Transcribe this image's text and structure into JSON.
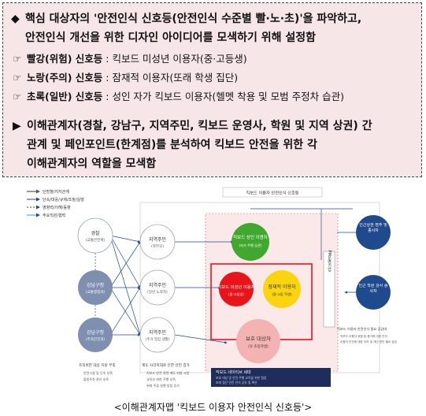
{
  "summary": {
    "bullet1_line1": "핵심 대상자의 '안전인식 신호등(안전인식 수준별 빨·노·초)'을 파악하고,",
    "bullet1_line2": "안전인식 개선을 위한 디자인 아이디어를 모색하기 위해 설정함",
    "signals": [
      {
        "label": "빨강(위험) 신호등",
        "desc": " : 킥보드 미성년 이용자(중·고등생)"
      },
      {
        "label": "노랑(주의) 신호등",
        "desc": " : 잠재적 이용자(또래 학생 집단)"
      },
      {
        "label": "초록(일반) 신호등",
        "desc": " : 성인 자가 킥보드 이용자(헬멧 착용 및 모범 주정차 습관)"
      }
    ],
    "bullet2_line1": "이해관계자(경찰, 강남구, 지역주민, 킥보드 운영사, 학원 및 지역 상권) 간",
    "bullet2_line2": "관계 및 페인포인트(한계점)를 분석하여 킥보드 안전을 위한 각",
    "bullet2_line3": "이해관계자의 역할을 모색함"
  },
  "diagram": {
    "legend": [
      "단방향/지지관계",
      "단속/대응/규제/조정/실행",
      "영향력/이해/동향",
      "주요직원/협력"
    ],
    "title_box": "킥보드 이용자 안전인식 신호등",
    "left_nodes": [
      {
        "name": "경찰",
        "sub": "(교통안전계)"
      },
      {
        "name": "강남구청",
        "sub": "(교통행정과)"
      },
      {
        "name": "강남구청",
        "sub": "(주차안전과)"
      }
    ],
    "mid_nodes": [
      {
        "name": "지역주민",
        "sub": "(학부모)"
      },
      {
        "name": "지역주민",
        "sub": "(일반 노약자)"
      },
      {
        "name": "지역주민",
        "sub": "(주거 밀집 생활)"
      }
    ],
    "green_node": {
      "name": "킥보드 성인 이용자",
      "sub": "(자가 주행 습관)"
    },
    "red_node": {
      "name": "킥보드 미성년 이용자",
      "sub": "(중·고등생)"
    },
    "yellow_node": {
      "name": "잠재적 이용자",
      "sub": "(중·고등 학생)"
    },
    "core_node": {
      "name": "보호 대상자",
      "sub": "(유·초등학생)"
    },
    "pm_label": "PM운영기업",
    "right_nodes": [
      {
        "name": "인근상권 점주 및 종사자"
      },
      {
        "name": "인근 학원 강사 종사자"
      }
    ],
    "bottom_box_title": "킥보드 네이티브 세대",
    "bottom_box_lines": [
      "보호 대상 및 안전 주행 교육을 위한 협업",
      "또래 집단 안전 인식 공유 및 확산"
    ],
    "left_notes_title": "조직위한 대응 지원 부족",
    "left_notes": [
      "안전시설 및 단속 부족",
      "불법주차 관리 부족"
    ],
    "mid_notes_title": "계도 사각지대로 인한 안전 증가",
    "mid_notes": [
      "킥보드 안전 관련 계도 지원 시범",
      "교육부 위한 주행 부족",
      "위태 주류 실행 방침 증가"
    ],
    "right_notes_title": "킥보드 이용자 안전인식 필요 공감대",
    "right_notes": [
      "킥보드 이용자 위험 등 증가에 대한 인지",
      "이용자 안전에 대한 우려 및 개선 방안 필요 공감"
    ]
  },
  "caption": "<이해관계자맵 '킥보드 이용자 안전인식 신호등'>",
  "colors": {
    "box_bg": "#f6e6e8",
    "red": "#e8141a",
    "yellow": "#fbd410",
    "green": "#41a82f",
    "blue": "#1f4a8c",
    "pink": "#f4b3b3",
    "navy": "#1f2d5c"
  }
}
